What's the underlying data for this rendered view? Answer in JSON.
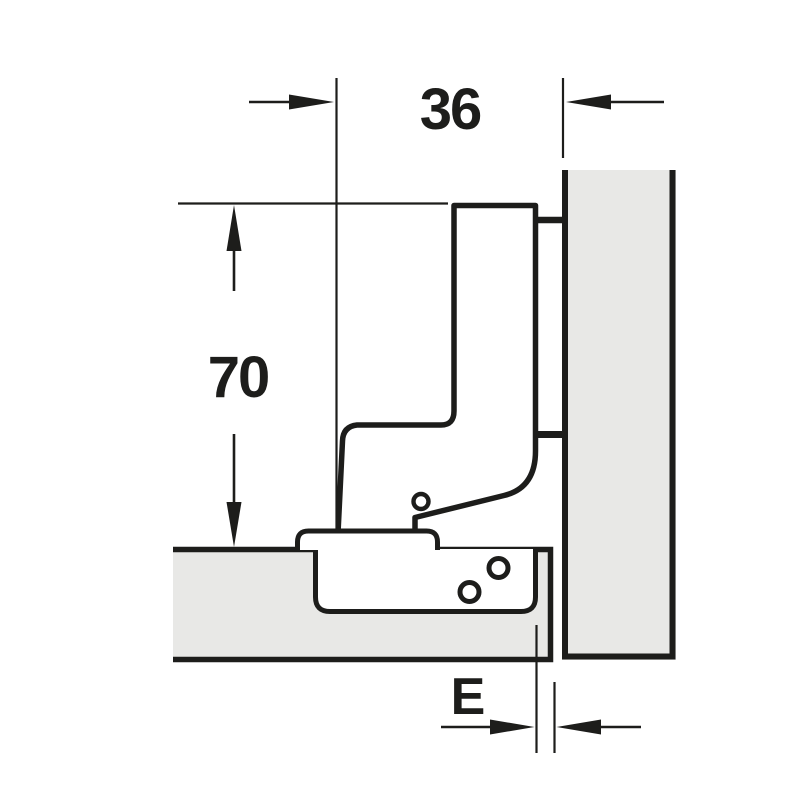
{
  "drawing": {
    "kind": "hinge-mounting-cross-section",
    "dimension_top": {
      "value": "36"
    },
    "dimension_left": {
      "value": "70"
    },
    "dimension_bottom": {
      "value": "E"
    }
  },
  "colors": {
    "line": "#1d1d1b",
    "panel_fill": "#e8e8e6",
    "metal_fill": "#ffffff",
    "background": "#ffffff"
  }
}
